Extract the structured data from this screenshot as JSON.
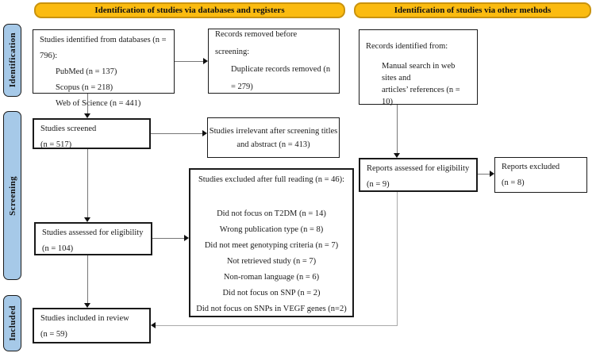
{
  "headers": {
    "left": "Identification of studies via databases and registers",
    "right": "Identification of studies via other methods"
  },
  "stages": {
    "identification": "Identification",
    "screening": "Screening",
    "included": "Included"
  },
  "colors": {
    "header_fill": "#FBBB10",
    "header_border": "#C9930E",
    "stage_fill": "#A6C9E8",
    "stage_border": "#1a1a1a"
  },
  "boxes": {
    "identified": {
      "title": "Studies identified from databases (n = 796):",
      "items": [
        "PubMed (n = 137)",
        "Scopus (n = 218)",
        "Web of Science (n = 441)"
      ]
    },
    "removed": {
      "title": "Records removed before screening:",
      "items": [
        "Duplicate records removed (n = 279)"
      ]
    },
    "other_identified": {
      "title": "Records identified from:",
      "items": [
        "Manual search in web sites and",
        "articles’ references (n = 10)"
      ]
    },
    "screened": {
      "line1": "Studies screened",
      "line2": "(n = 517)"
    },
    "irrelevant": {
      "line1": "Studies irrelevant after screening titles",
      "line2": "and abstract (n = 413)"
    },
    "excluded_full": {
      "title": "Studies excluded after full reading (n = 46):",
      "items": [
        "Did not focus on T2DM (n = 14)",
        "Wrong publication type (n = 8)",
        "Did not meet genotyping criteria (n = 7)",
        "Not retrieved study (n = 7)",
        "Non-roman language (n = 6)",
        "Did not focus on SNP (n = 2)",
        "Did not focus on SNPs in VEGF genes (n=2)"
      ]
    },
    "assessed": {
      "line1": "Studies assessed for eligibility",
      "line2": "(n = 104)"
    },
    "included_review": {
      "line1": "Studies included in review",
      "line2": "(n = 59)"
    },
    "reports_assessed": {
      "line1": "Reports assessed for eligibility",
      "line2": "(n = 9)"
    },
    "reports_excluded": {
      "line1": "Reports excluded",
      "line2": "(n = 8)"
    }
  }
}
